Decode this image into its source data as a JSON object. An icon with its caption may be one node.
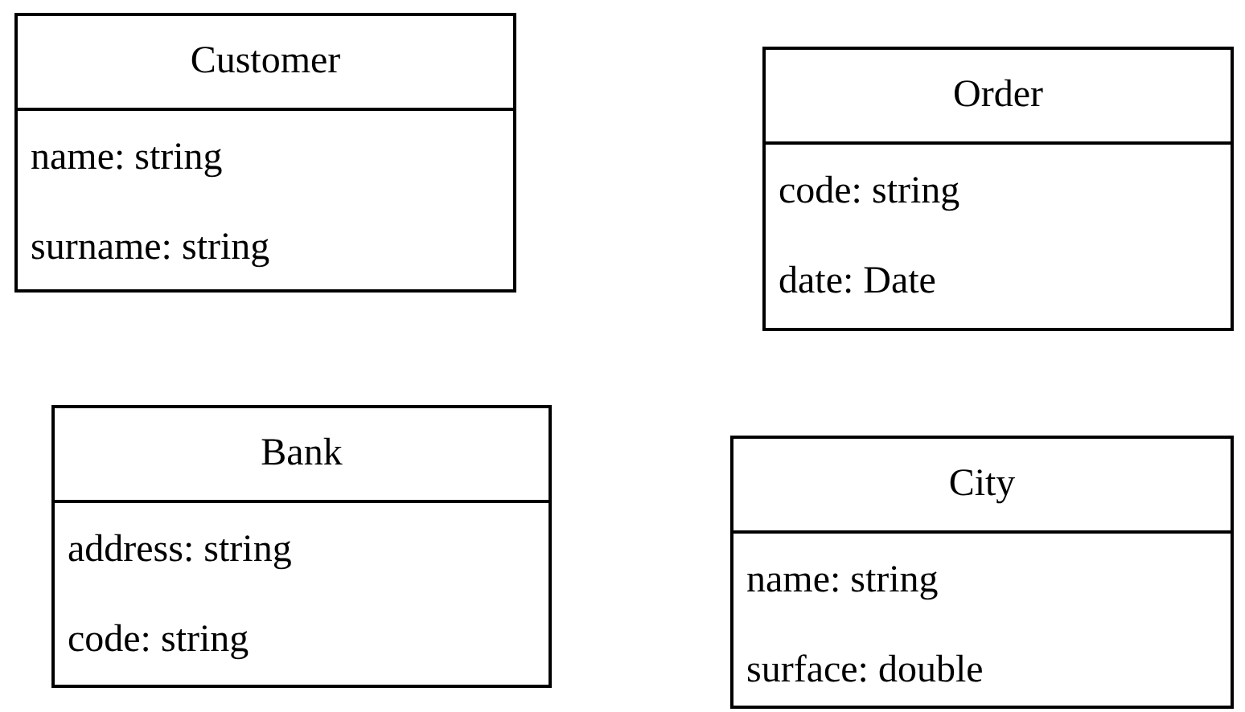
{
  "diagram": {
    "nodes": [
      {
        "text": [
          "Customer",
          "name: string",
          "surname: string"
        ]
      },
      {
        "text": [
          "Order",
          "code: string",
          "date: Date"
        ]
      },
      {
        "text": [
          "Bank",
          "address: string",
          "code: string"
        ]
      },
      {
        "text": [
          "City",
          "name: string",
          "surface: double"
        ]
      }
    ]
  }
}
